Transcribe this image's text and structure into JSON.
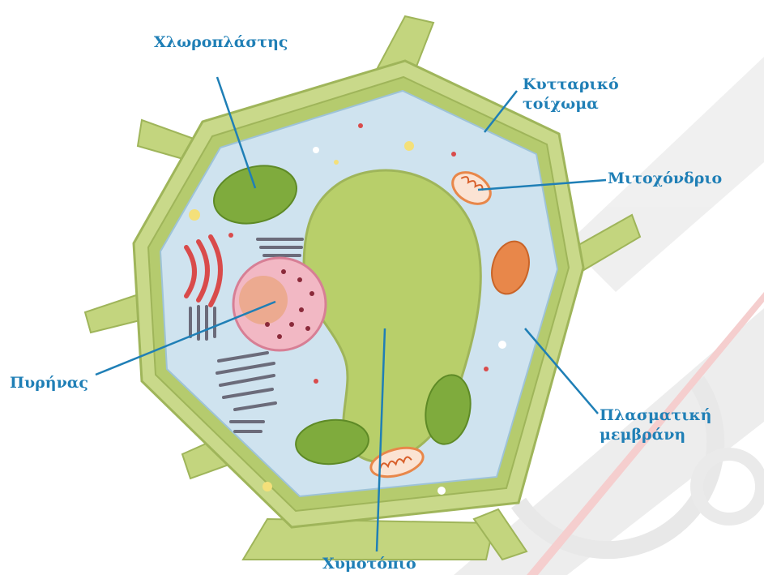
{
  "labels": {
    "chloroplast": "Χλωροπλάστης",
    "cell_wall": [
      "Κυτταρικό",
      "τοίχωμα"
    ],
    "mitochondrion": "Μιτοχόνδριο",
    "nucleus": "Πυρήνας",
    "plasma_membrane": [
      "Πλασματική",
      "μεμβράνη"
    ],
    "vacuole": "Χυμοτόπιο"
  },
  "colors": {
    "label_text": "#1f7fb6",
    "leader_line": "#1f7fb6",
    "cell_wall": "#c9d98a",
    "cell_wall_dark": "#9fb55a",
    "cytoplasm": "#cfe3ef",
    "vacuole": "#b8cf6a",
    "chloroplast": "#7fab3d",
    "mitochondrion": "#e8874a",
    "nucleus": "#f2b8c4",
    "golgi": "#d94b4b",
    "er": "#6b6b7a",
    "watermark": "#e6e6e6",
    "watermark_accent": "#f4c9c9"
  }
}
